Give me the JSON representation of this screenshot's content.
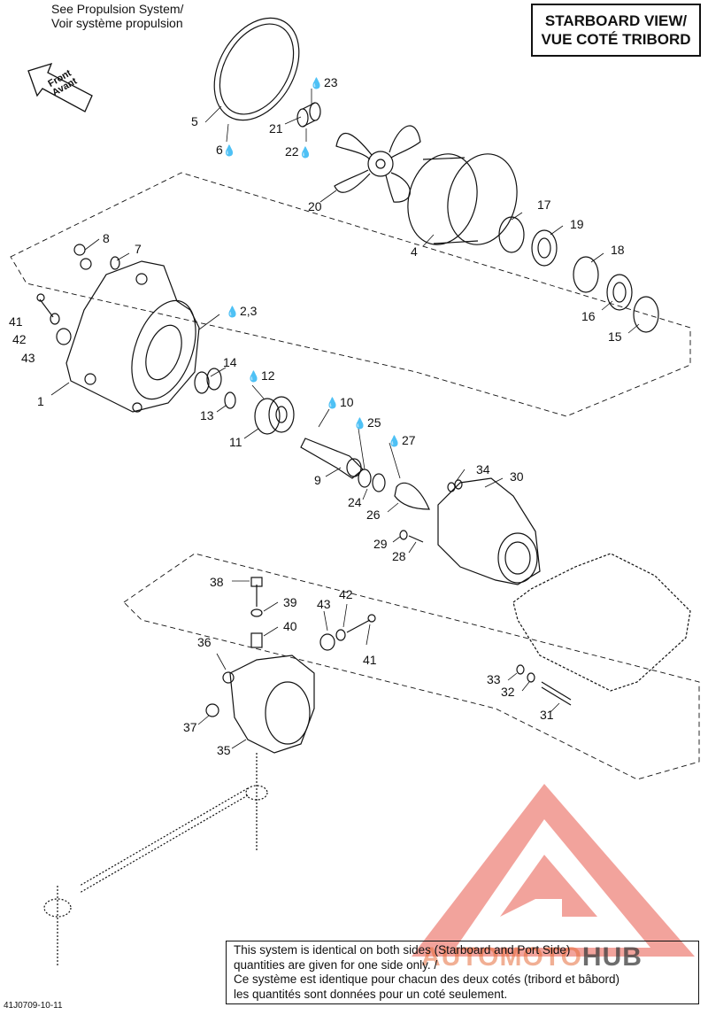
{
  "header": {
    "see_propulsion_line1": "See Propulsion System/",
    "see_propulsion_line2": "Voir système propulsion",
    "view_line1": "STARBOARD VIEW/",
    "view_line2": "VUE COTÉ TRIBORD"
  },
  "front_arrow": {
    "line1": "Front",
    "line2": "Avant"
  },
  "callouts": {
    "c1": "1",
    "c2_3": "2,3",
    "c4": "4",
    "c5": "5",
    "c6": "6",
    "c7": "7",
    "c8": "8",
    "c9": "9",
    "c10": "10",
    "c11": "11",
    "c12": "12",
    "c13": "13",
    "c14": "14",
    "c15": "15",
    "c16": "16",
    "c17": "17",
    "c18": "18",
    "c19": "19",
    "c20": "20",
    "c21": "21",
    "c22": "22",
    "c23": "23",
    "c24": "24",
    "c25": "25",
    "c26": "26",
    "c27": "27",
    "c28": "28",
    "c29": "29",
    "c30": "30",
    "c31": "31",
    "c32": "32",
    "c33": "33",
    "c34": "34",
    "c35": "35",
    "c36": "36",
    "c37": "37",
    "c38": "38",
    "c39": "39",
    "c40": "40",
    "c41a": "41",
    "c42a": "42",
    "c43a": "43",
    "c41b": "41",
    "c42b": "42",
    "c43b": "43"
  },
  "note": {
    "line1": "This system is identical on both sides (Starboard and Port Side)",
    "line2": "quantities are given for one side only. /",
    "line3": "Ce système est identique pour chacun des deux cotés (tribord et bâbord)",
    "line4": "les quantités sont données pour un coté seulement."
  },
  "reference_code": "41J0709-10-11",
  "watermark": {
    "part1": "AUT",
    "part2": "OMOTO",
    "part3": "HUB"
  },
  "colors": {
    "line": "#111111",
    "watermark_red": "#e8584a",
    "watermark_orange": "#f0a050"
  },
  "icons": {
    "drop": "oil-drop-icon"
  }
}
